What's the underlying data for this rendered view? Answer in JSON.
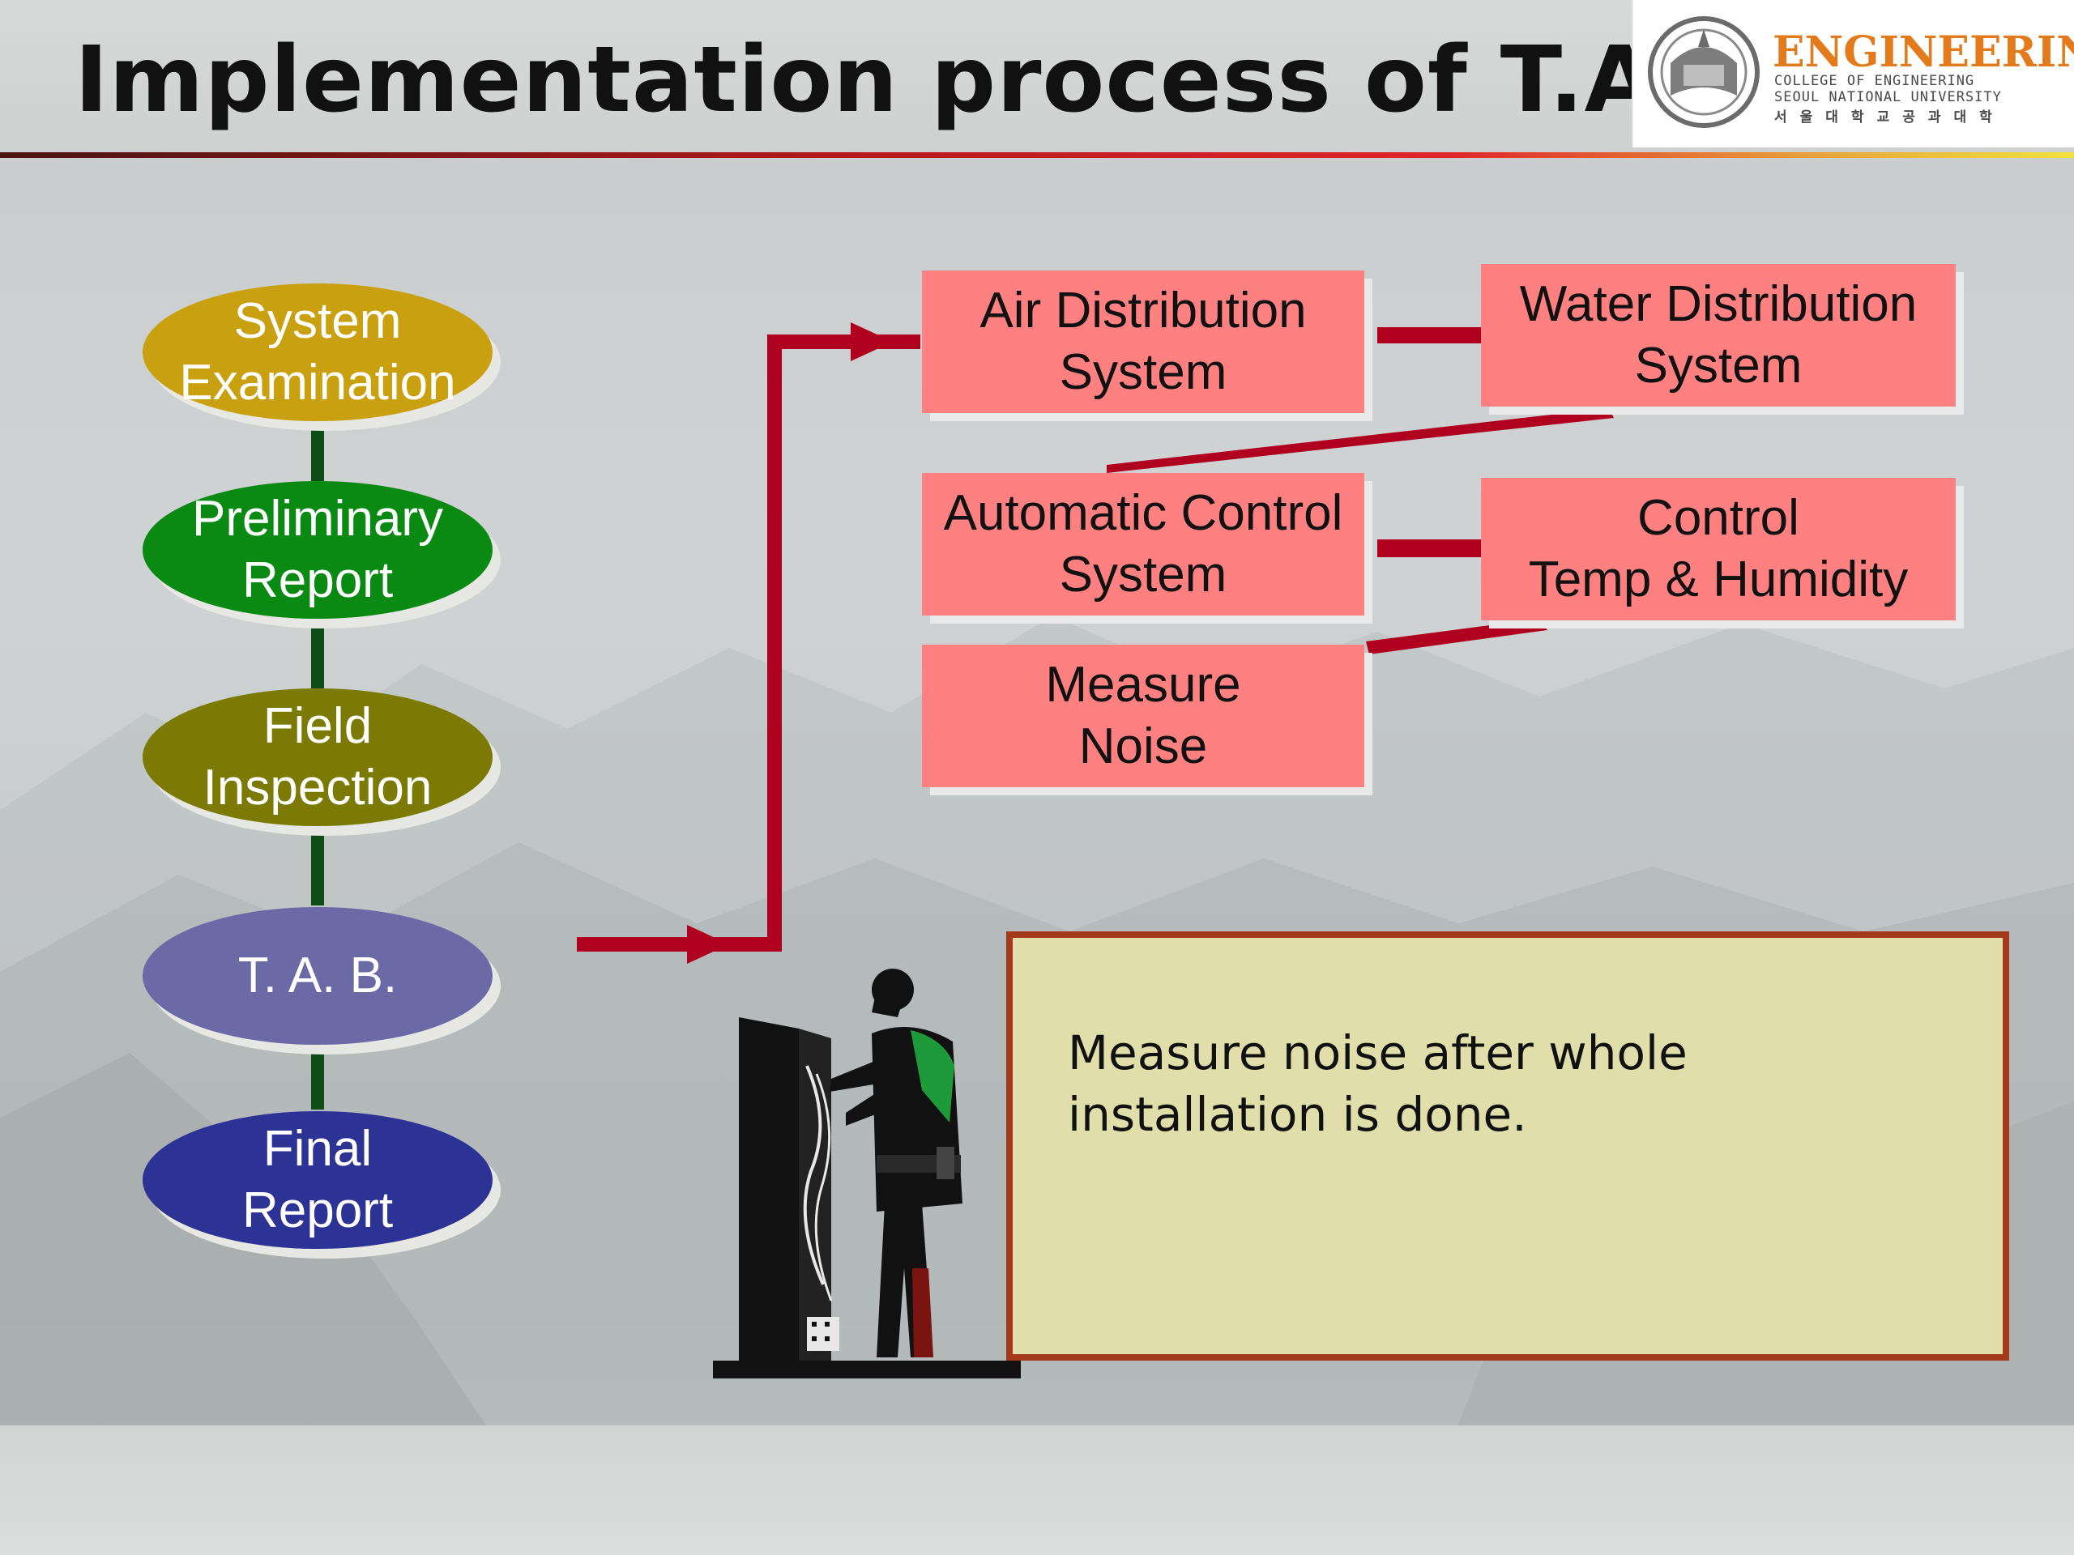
{
  "slide": {
    "title": "Implementation process of T.A.B."
  },
  "logo": {
    "brand": "ENGINEERING",
    "line1": "COLLEGE OF ENGINEERING",
    "line2": "SEOUL NATIONAL UNIVERSITY",
    "line3": "서울대학교공과대학"
  },
  "process_steps": [
    {
      "label": "System\nExamination",
      "color": "#c9a00f"
    },
    {
      "label": "Preliminary\nReport",
      "color": "#0a8a13"
    },
    {
      "label": "Field\nInspection",
      "color": "#7a7a05"
    },
    {
      "label": "T. A. B.",
      "color": "#6b6aa6"
    },
    {
      "label": "Final\nReport",
      "color": "#2d3295"
    }
  ],
  "systems": [
    {
      "label": "Air Distribution\nSystem"
    },
    {
      "label": "Water Distribution\nSystem"
    },
    {
      "label": "Automatic Control\nSystem"
    },
    {
      "label": "Control\nTemp & Humidity"
    },
    {
      "label": "Measure\nNoise"
    }
  ],
  "note": {
    "text": "Measure noise after whole\ninstallation is done."
  },
  "colors": {
    "connector": "#b0001f",
    "step_connector": "#0f4d17",
    "system_box": "#fe8080",
    "note_border": "#a3391b",
    "note_fill": "#e0deaa"
  }
}
